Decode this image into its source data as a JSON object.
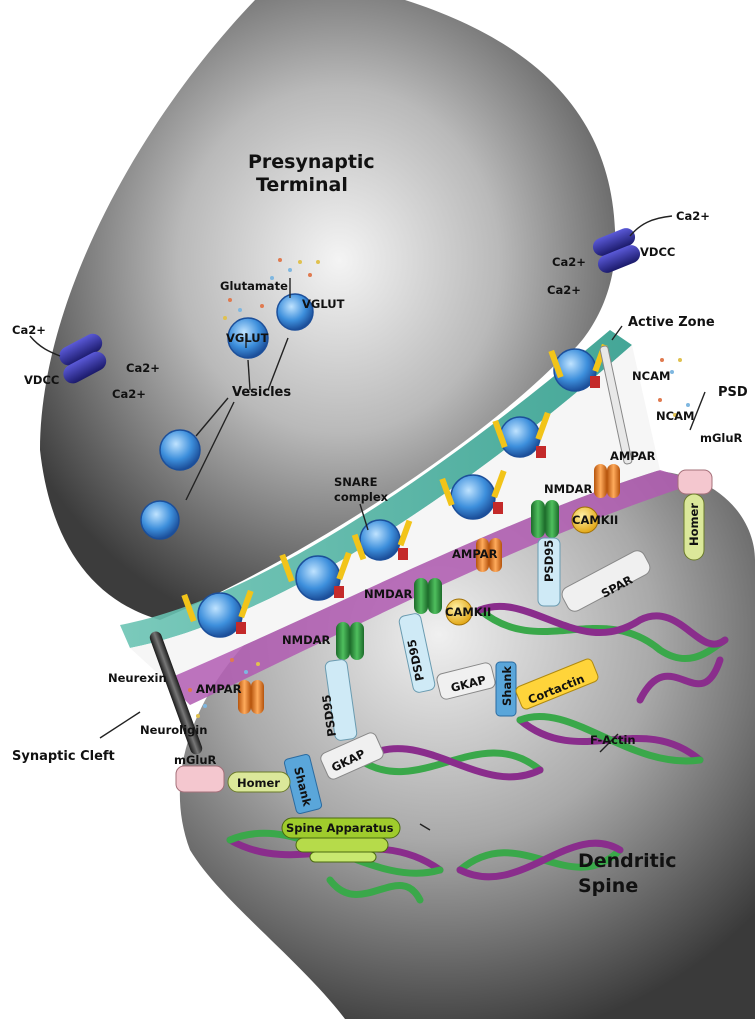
{
  "regions": {
    "presynaptic_line1": "Presynaptic",
    "presynaptic_line2": "Terminal",
    "dendritic_line1": "Dendritic",
    "dendritic_line2": "Spine",
    "synaptic_cleft": "Synaptic Cleft",
    "active_zone": "Active Zone",
    "psd": "PSD"
  },
  "labels": {
    "ca_top_in": "Ca2+",
    "ca_top_1": "Ca2+",
    "ca_top_2": "Ca2+",
    "vdcc_top": "VDCC",
    "ca_left_in": "Ca2+",
    "ca_left_1": "Ca2+",
    "ca_left_2": "Ca2+",
    "vdcc_left": "VDCC",
    "glutamate": "Glutamate",
    "vglut_1": "VGLUT",
    "vglut_2": "VGLUT",
    "vesicles": "Vesicles",
    "snare_line1": "SNARE",
    "snare_line2": "complex",
    "ncam_1": "NCAM",
    "ncam_2": "NCAM",
    "mglur_right": "mGluR",
    "homer_right": "Homer",
    "ampar_1": "AMPAR",
    "nmdar_1": "NMDAR",
    "camkii_1": "CAMKII",
    "psd95_1": "PSD95",
    "spar": "SPAR",
    "ampar_2": "AMPAR",
    "nmdar_2": "NMDAR",
    "camkii_2": "CAMKII",
    "psd95_2": "PSD95",
    "gkap_1": "GKAP",
    "shank_1": "Shank",
    "cortactin": "Cortactin",
    "nmdar_3": "NMDAR",
    "psd95_3": "PSD95",
    "ampar_3": "AMPAR",
    "neurexin": "Neurexin",
    "neuroligin": "Neuroligin",
    "mglur_left": "mGluR",
    "homer_left": "Homer",
    "shank_2": "Shank",
    "gkap_2": "GKAP",
    "f_actin": "F-Actin",
    "spine_apparatus": "Spine Apparatus"
  },
  "colors": {
    "terminal_dark": "#3a3a3a",
    "terminal_light": "#efefef",
    "active_zone": "#3fae9b",
    "psd_band": "#b05bb2",
    "vesicle": "#2f7fd0",
    "vdcc": "#2b2a8c",
    "nmdar": "#2f8f3f",
    "ampar": "#f07c1e",
    "camkii": "#f2c419",
    "scaffold": "#cfeaf6",
    "shank": "#5aa6da",
    "cortactin": "#ffd43a",
    "homer": "#dbe89a",
    "mglur": "#f4c7cf",
    "actin_green": "#3aa84a",
    "actin_purple": "#8a2d8c",
    "spine_apparatus": "#9fcc2c"
  }
}
